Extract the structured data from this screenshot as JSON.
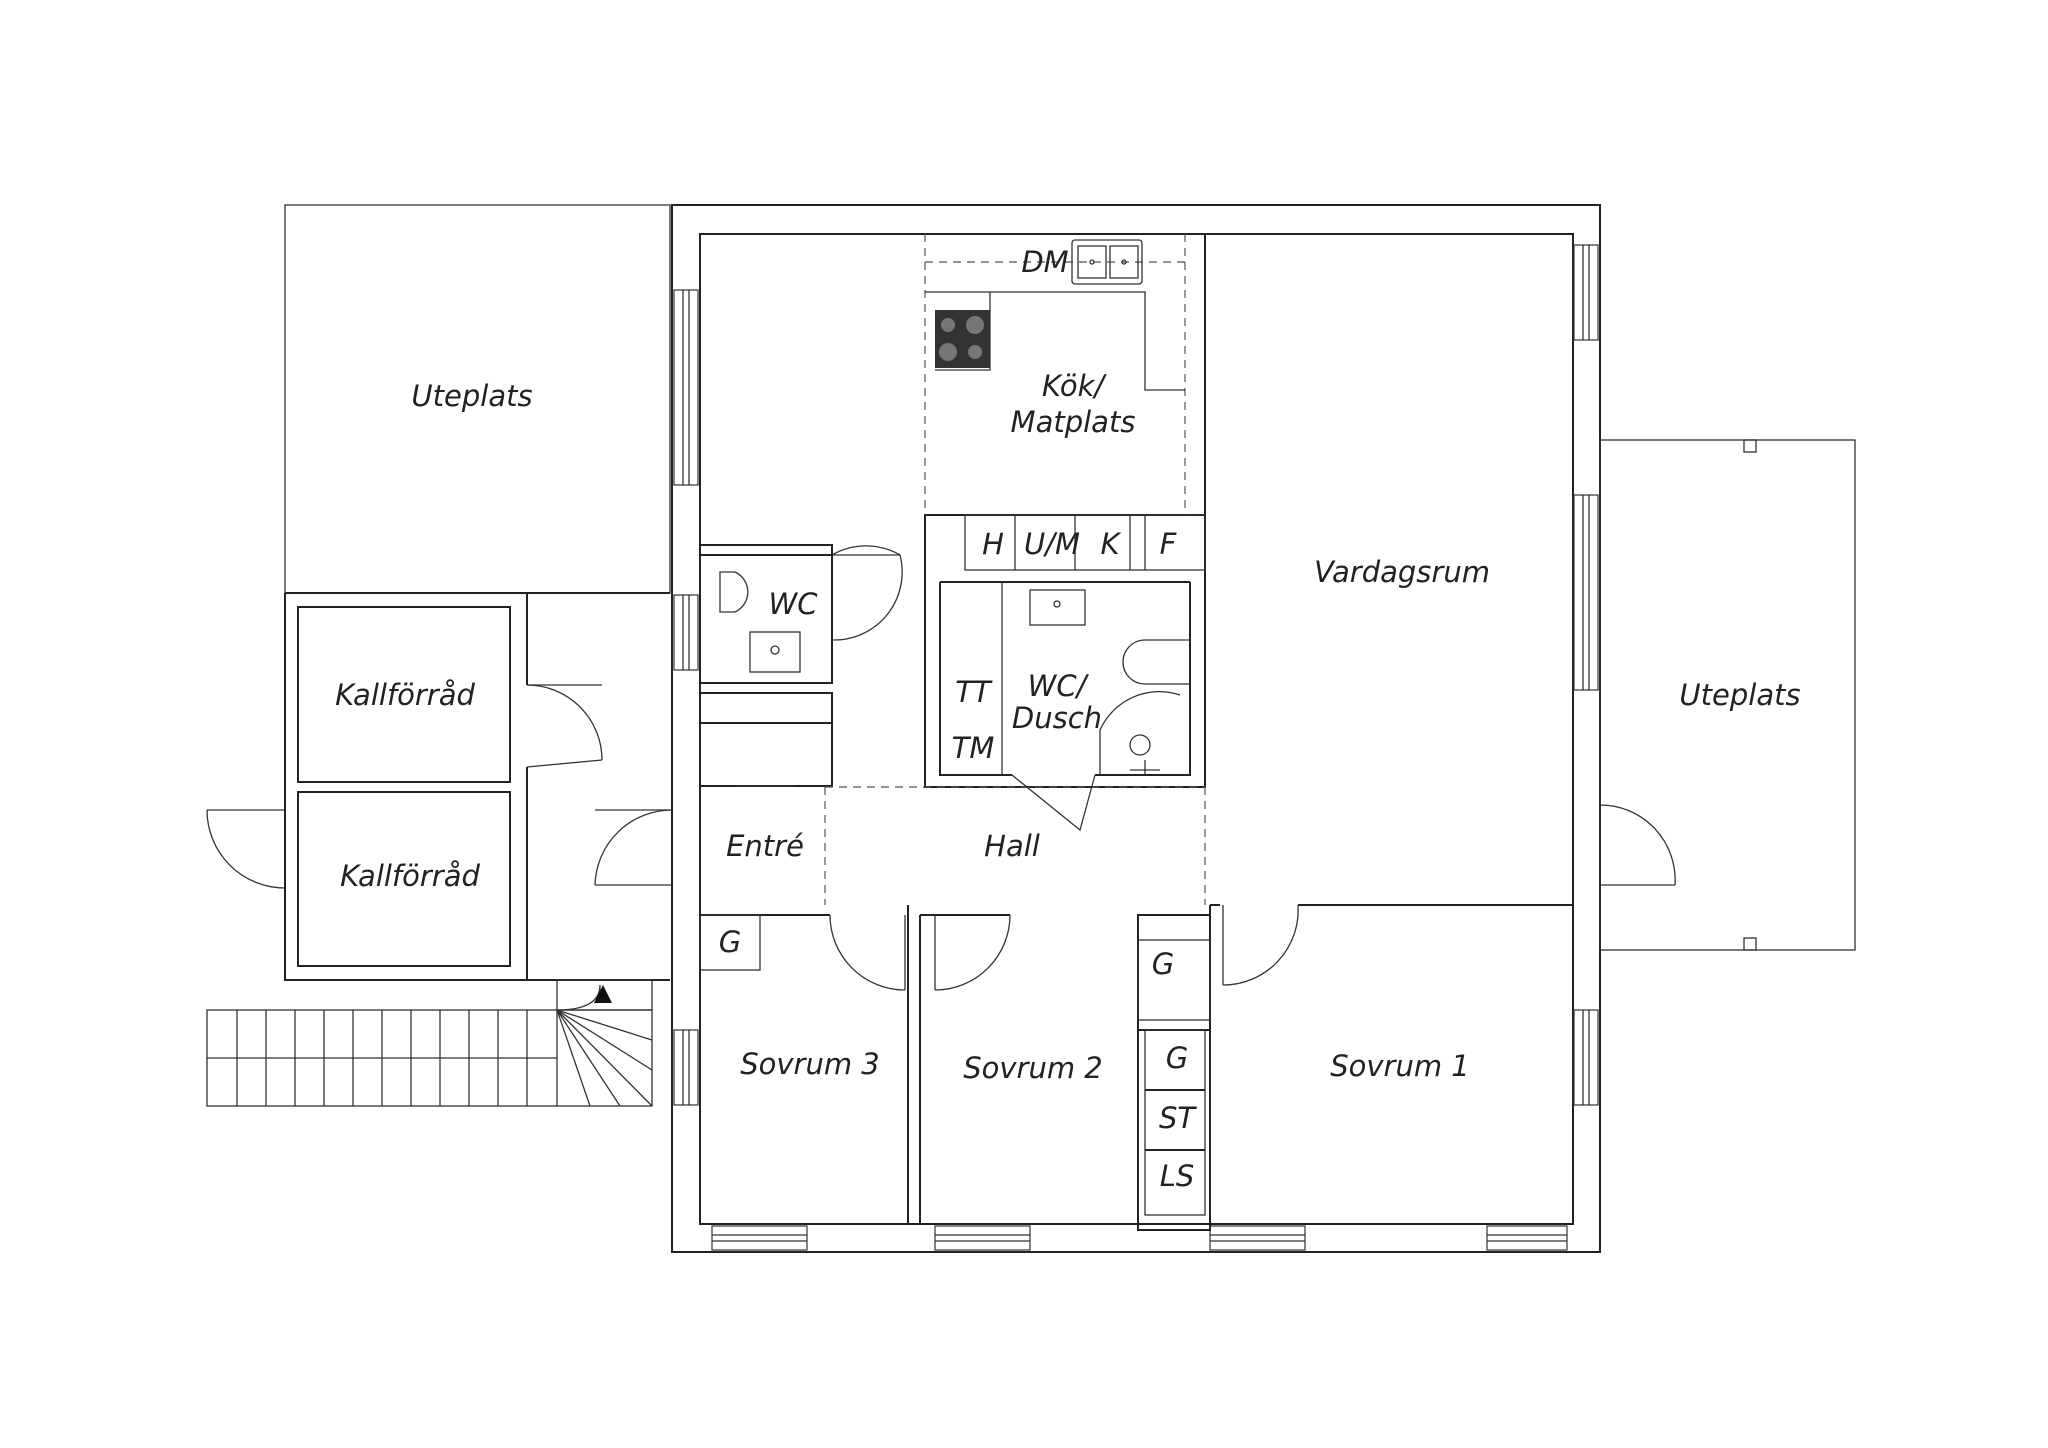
{
  "rooms": {
    "uteplats_left": "Uteplats",
    "uteplats_right": "Uteplats",
    "kok_line1": "Kök/",
    "kok_line2": "Matplats",
    "vardagsrum": "Vardagsrum",
    "wc": "WC",
    "wc_dusch_line1": "WC/",
    "wc_dusch_line2": "Dusch",
    "kallforrad_upper": "Kallförråd",
    "kallforrad_lower": "Kallförråd",
    "entre": "Entré",
    "hall": "Hall",
    "sovrum3": "Sovrum 3",
    "sovrum2": "Sovrum 2",
    "sovrum1": "Sovrum 1"
  },
  "fixtures": {
    "dm": "DM",
    "h": "H",
    "um": "U/M",
    "k": "K",
    "f": "F",
    "tt": "TT",
    "tm": "TM",
    "g_sovrum3": "G",
    "g_sovrum2": "G",
    "g_closet": "G",
    "st": "ST",
    "ls": "LS"
  }
}
